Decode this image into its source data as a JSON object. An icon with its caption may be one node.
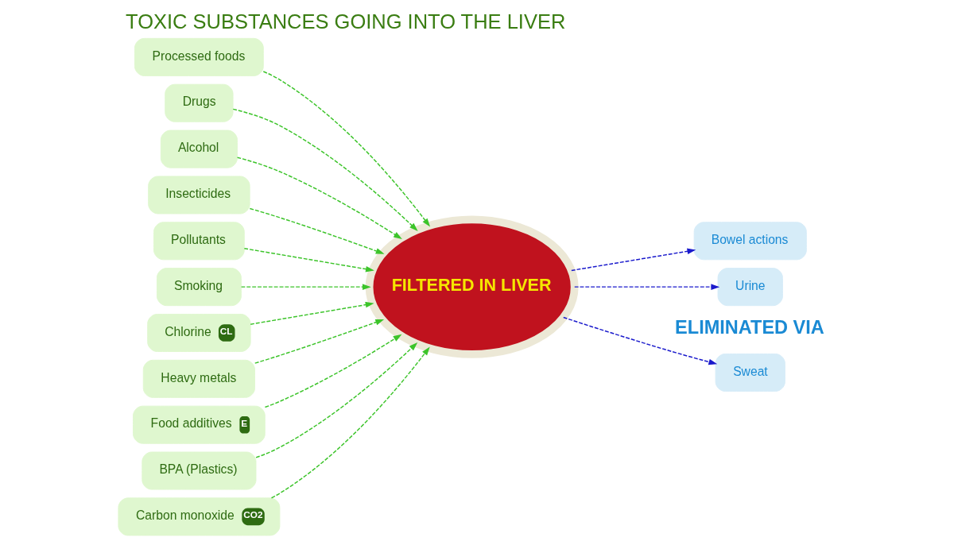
{
  "diagram": {
    "title": "TOXIC SUBSTANCES GOING INTO THE LIVER",
    "nodes": [
      {
        "text": [
          "Processed foods"
        ]
      },
      {
        "text": [
          "Drugs"
        ]
      },
      {
        "text": [
          "Alcohol"
        ]
      },
      {
        "text": [
          "Insecticides"
        ]
      },
      {
        "text": [
          "Pollutants"
        ]
      },
      {
        "text": [
          "Smoking"
        ]
      },
      {
        "text": [
          "Chlorine",
          "CL"
        ]
      },
      {
        "text": [
          "Heavy metals"
        ]
      },
      {
        "text": [
          "Food additives",
          "E"
        ]
      },
      {
        "text": [
          "BPA (Plastics)"
        ]
      },
      {
        "text": [
          "Carbon monoxide",
          "CO2"
        ]
      },
      {
        "text": [
          "FILTERED IN LIVER"
        ]
      },
      {
        "text": [
          "Sweat"
        ]
      },
      {
        "text": [
          "Bowel actions"
        ]
      },
      {
        "text": [
          "Urine"
        ]
      }
    ],
    "edges": [
      {
        "from": 0,
        "to": 11,
        "arrow": "to",
        "style": "dashed"
      },
      {
        "from": 1,
        "to": 11,
        "arrow": "to",
        "style": "dashed"
      },
      {
        "from": 2,
        "to": 11,
        "arrow": "to",
        "style": "dashed"
      },
      {
        "from": 3,
        "to": 11,
        "arrow": "to",
        "style": "dashed"
      },
      {
        "from": 4,
        "to": 11,
        "arrow": "to",
        "style": "dashed"
      },
      {
        "from": 5,
        "to": 11,
        "arrow": "to",
        "style": "dashed"
      },
      {
        "from": 6,
        "to": 11,
        "arrow": "to",
        "style": "dashed"
      },
      {
        "from": 7,
        "to": 11,
        "arrow": "to",
        "style": "dashed"
      },
      {
        "from": 8,
        "to": 11,
        "arrow": "to",
        "style": "dashed"
      },
      {
        "from": 9,
        "to": 11,
        "arrow": "to",
        "style": "dashed"
      },
      {
        "from": 10,
        "to": 11,
        "arrow": "to",
        "style": "dashed"
      },
      {
        "from": 11,
        "to": 12,
        "arrow": "to",
        "style": "dashed",
        "color": "#1a1acc"
      },
      {
        "from": 11,
        "to": 13,
        "arrow": "to",
        "style": "dashed",
        "color": "#1a1acc"
      },
      {
        "from": 11,
        "to": 14,
        "arrow": "to",
        "style": "dashed",
        "color": "#1a1acc"
      }
    ],
    "labels": [
      "ELIMINATED VIA"
    ]
  }
}
